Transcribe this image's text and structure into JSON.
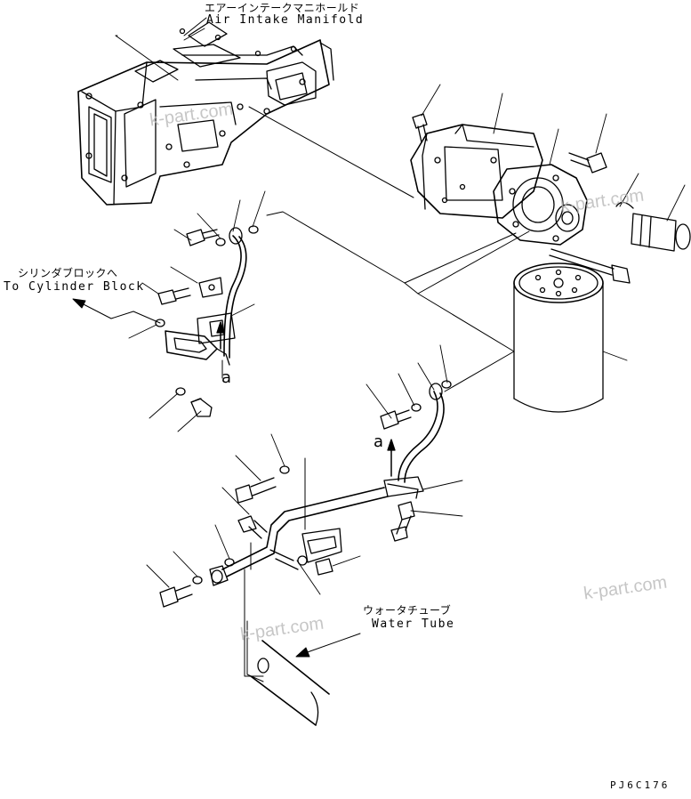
{
  "labels": {
    "air_intake_manifold_jp": "エアーインテークマニホールド",
    "air_intake_manifold_en": "Air Intake Manifold",
    "to_cylinder_block_jp": "シリンダブロックへ",
    "to_cylinder_block_en": "To Cylinder Block",
    "water_tube_jp": "ウォータチューブ",
    "water_tube_en": "Water Tube"
  },
  "view_markers": {
    "upper": "a",
    "lower": "a"
  },
  "watermarks": [
    "k-part.com",
    "k-part.com",
    "k-part.com",
    "k-part.com"
  ],
  "drawing_code": "PJ6C176",
  "colors": {
    "ink": "#000000",
    "paper": "#ffffff",
    "watermark": "#b8b8b8"
  }
}
